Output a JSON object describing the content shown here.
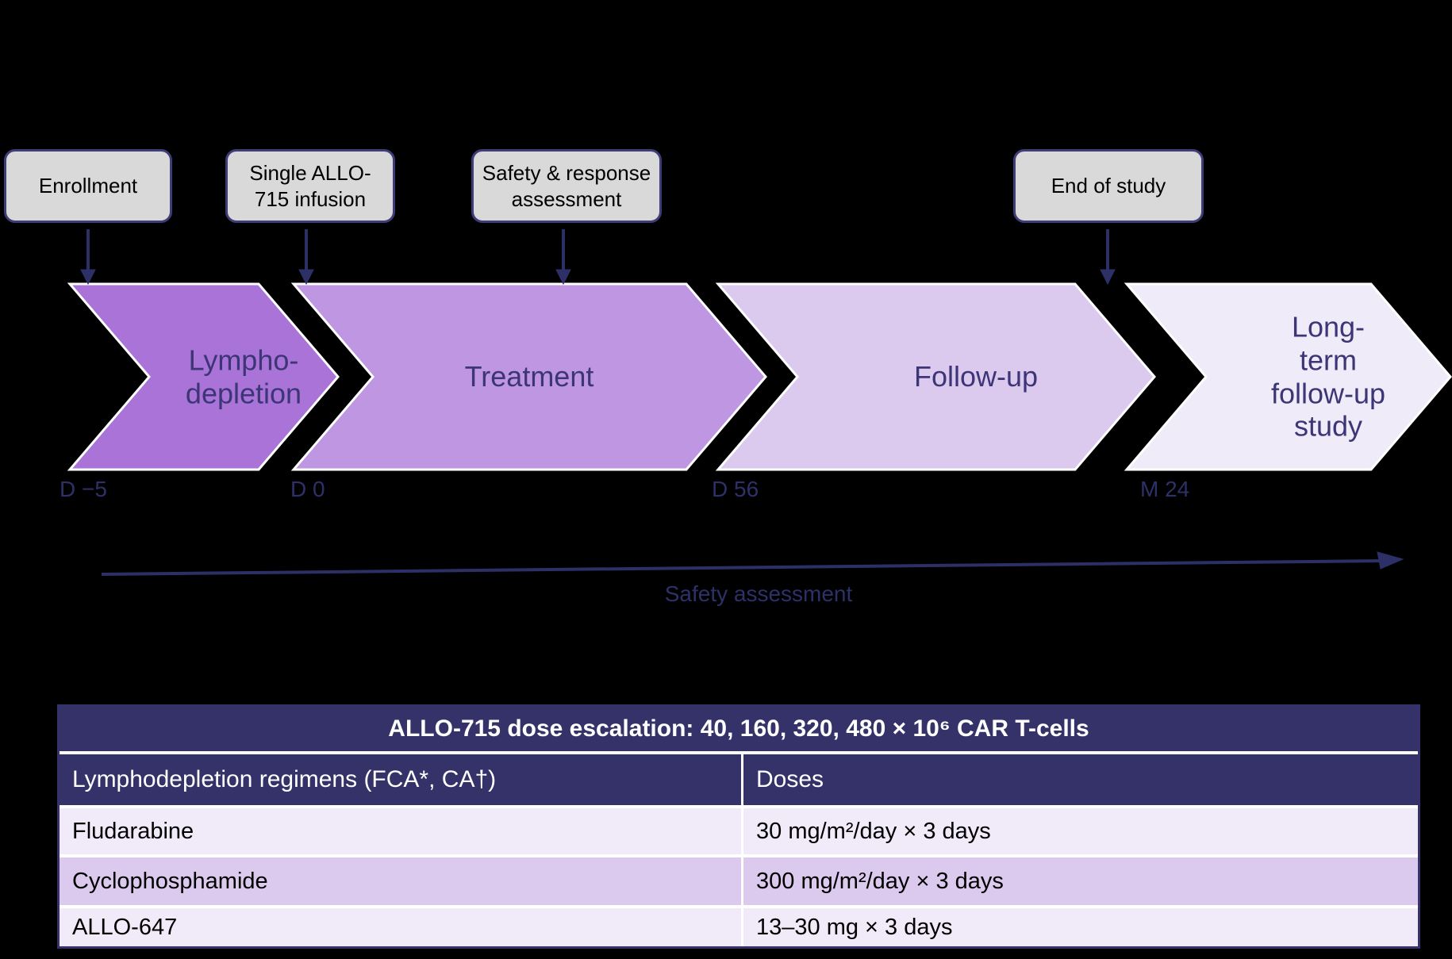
{
  "palette": {
    "background": "#000000",
    "arrow_navy": "#2d3066",
    "table_navy": "#353269",
    "box_fill": "#d9d9d9",
    "box_border": "#3f3d78",
    "chevron_text": "#3c3576",
    "chevron_outline": "#ffffff",
    "row_light": "#f1ebf9",
    "row_medium": "#dcc9ee"
  },
  "callouts": [
    {
      "label": "Enrollment"
    },
    {
      "label": "Single ALLO-\n715 infusion"
    },
    {
      "label": "Safety & response\nassessment"
    },
    {
      "label": "End of study"
    }
  ],
  "phases": [
    {
      "label": "Lympho-\ndepletion",
      "timepoint": "D −5",
      "color": "#a973d8"
    },
    {
      "label": "Treatment",
      "timepoint": "D 0",
      "color": "#bf96e2"
    },
    {
      "label": "Follow-up",
      "timepoint": "D 56",
      "color": "#dcc9ee"
    },
    {
      "label": "Long-\nterm\nfollow-up\nstudy",
      "timepoint": "M 24",
      "color": "#f0ebf8"
    }
  ],
  "safety_arrow_label": "Safety assessment",
  "table": {
    "title": "ALLO-715 dose escalation: 40, 160, 320, 480 × 10⁶ CAR T-cells",
    "columns": [
      "Lymphodepletion regimens (FCA*, CA†)",
      "Doses"
    ],
    "rows": [
      [
        "Fludarabine",
        "30 mg/m²/day × 3 days"
      ],
      [
        "Cyclophosphamide",
        "300 mg/m²/day × 3 days"
      ],
      [
        "ALLO-647",
        "13–30 mg × 3 days"
      ]
    ]
  }
}
